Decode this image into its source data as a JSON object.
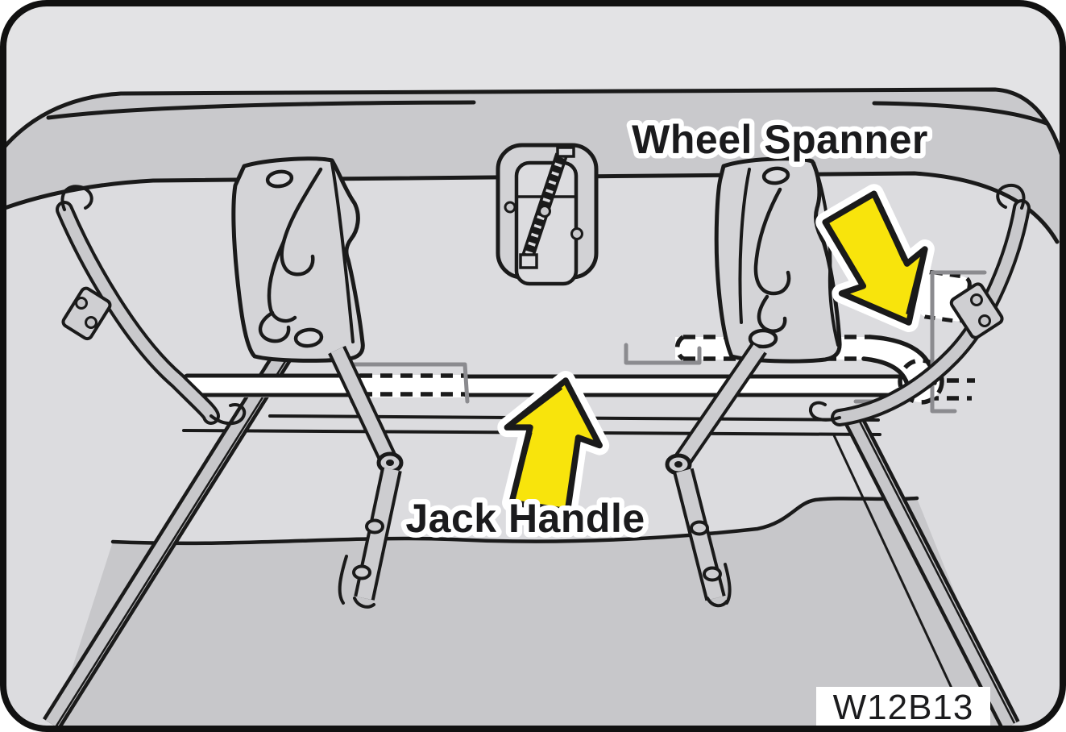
{
  "figure": {
    "type": "owners-manual-illustration",
    "subject": "Tool storage on the underside of a vehicle tailgate",
    "labels": {
      "wheel_spanner": "Wheel Spanner",
      "jack_handle": "Jack Handle"
    },
    "figure_code": "W12B13",
    "arrows": [
      {
        "name": "wheel-spanner-arrow",
        "direction": "down-right",
        "points_to": "Wheel Spanner"
      },
      {
        "name": "jack-handle-arrow",
        "direction": "up",
        "points_to": "Jack Handle"
      }
    ],
    "colors": {
      "arrow_yellow": "#F8E40C",
      "outline_black": "#1A1A1A",
      "panel_light": "#DCDCDF",
      "panel_top": "#E3E3E5",
      "band_gray": "#C9C9CC",
      "bottom_gray": "#C7C7CA",
      "metal_gray": "#C9C9CC",
      "halo_white": "#FFFFFF"
    }
  }
}
